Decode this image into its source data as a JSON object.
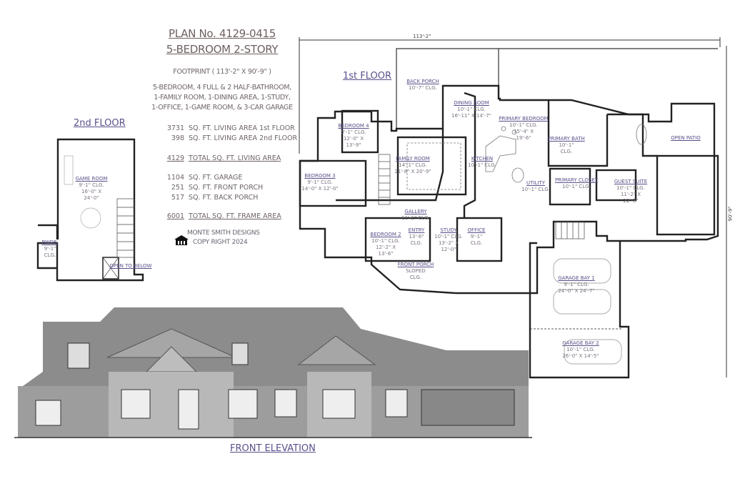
{
  "header": {
    "plan_number": "PLAN No. 4129-0415",
    "plan_type": "5-BEDROOM   2-STORY",
    "footprint": "FOOTPRINT ( 113'-2\" X 90'-9\" )",
    "description": [
      "5-BEDROOM, 4 FULL &  2 HALF-BATHROOM,",
      "1-FAMILY ROOM, 1-DINING AREA, 1-STUDY,",
      "1-OFFICE, 1-GAME ROOM, & 3-CAR GARAGE"
    ]
  },
  "areas": [
    {
      "value": "3731",
      "label": "SQ. FT. LIVING AREA 1st FLOOR"
    },
    {
      "value": "398",
      "label": "SQ. FT. LIVING AREA 2nd FLOOR"
    },
    {
      "value": "4129",
      "label": "TOTAL SQ. FT. LIVING AREA"
    },
    {
      "value": "1104",
      "label": "SQ. FT. GARAGE"
    },
    {
      "value": "251",
      "label": "SQ. FT. FRONT PORCH"
    },
    {
      "value": "517",
      "label": "SQ. FT. BACK PORCH"
    },
    {
      "value": "6001",
      "label": "TOTAL SQ. FT. FRAME AREA"
    }
  ],
  "designer": {
    "name": "MONTE SMITH DESIGNS",
    "copyright": "COPY RIGHT 2024",
    "logo_icon": "house-logo-icon"
  },
  "headings": {
    "first_floor": "1st FLOOR",
    "second_floor": "2nd FLOOR",
    "front_elevation": "FRONT ELEVATION"
  },
  "dimensions": {
    "width": "113'-2\"",
    "depth": "90'-9\""
  },
  "first_floor_rooms": [
    {
      "name": "BACK PORCH",
      "details": [
        "10'-7\" CLG."
      ]
    },
    {
      "name": "DINING ROOM",
      "details": [
        "10'-1\" CLG.",
        "16'-11\" X 14'-7\""
      ]
    },
    {
      "name": "BEDROOM 4",
      "details": [
        "9'-1\" CLG.",
        "12'-0\" X",
        "13'-9\""
      ]
    },
    {
      "name": "FAMILY ROOM",
      "details": [
        "14'-1\" CLG.",
        "21'-8\" X 20'-9\""
      ]
    },
    {
      "name": "KITCHEN",
      "details": [
        "10'-1\" CLG."
      ]
    },
    {
      "name": "PRIMARY BEDROOM",
      "details": [
        "10'-1\" CLG.",
        "15'-4\" X",
        "19'-6\""
      ]
    },
    {
      "name": "PRIMARY BATH",
      "details": [
        "10'-1\"",
        "CLG."
      ]
    },
    {
      "name": "BEDROOM 3",
      "details": [
        "9'-1\" CLG.",
        "14'-0\" X 12'-0\""
      ]
    },
    {
      "name": "UTILITY",
      "details": [
        "10'-1\" CLG."
      ]
    },
    {
      "name": "PRIMARY CLOSET",
      "details": [
        "10'-1\" CLG."
      ]
    },
    {
      "name": "GUEST SUITE",
      "details": [
        "10'-1\" CLG.",
        "11'-2\" X",
        "22'-3\""
      ]
    },
    {
      "name": "GALLERY",
      "details": [
        "11'-1\" CLG."
      ]
    },
    {
      "name": "BEDROOM 2",
      "details": [
        "10'-1\" CLG.",
        "12'-2\" X",
        "13'-6\""
      ]
    },
    {
      "name": "ENTRY",
      "details": [
        "13'-6\"",
        "CLG."
      ]
    },
    {
      "name": "STUDY",
      "details": [
        "10'-1\" CLG.",
        "13'-2\" X",
        "12'-0\""
      ]
    },
    {
      "name": "OFFICE",
      "details": [
        "9'-1\"",
        "CLG."
      ]
    },
    {
      "name": "FRONT PORCH",
      "details": [
        "SLOPED",
        "CLG."
      ]
    },
    {
      "name": "GARAGE BAY 1",
      "details": [
        "9'-1\" CLG.",
        "24'-0\" X 24'-7\""
      ]
    },
    {
      "name": "GARAGE BAY 2",
      "details": [
        "10'-1\" CLG.",
        "26'-0\" X 14'-5\""
      ]
    },
    {
      "name": "OPEN PATIO",
      "details": []
    }
  ],
  "second_floor_rooms": [
    {
      "name": "GAME ROOM",
      "details": [
        "9'-1\" CLG.",
        "16'-0\" X",
        "24'-0\""
      ]
    },
    {
      "name": "PWDR.",
      "details": [
        "9'-1\"",
        "CLG."
      ]
    },
    {
      "name": "OPEN TO BELOW",
      "details": []
    }
  ],
  "colors": {
    "wall": "#222222",
    "label": "#5a4f8a",
    "text": "#6e6468",
    "stone": "#8a8a8a",
    "roof": "#9a9a9a"
  }
}
